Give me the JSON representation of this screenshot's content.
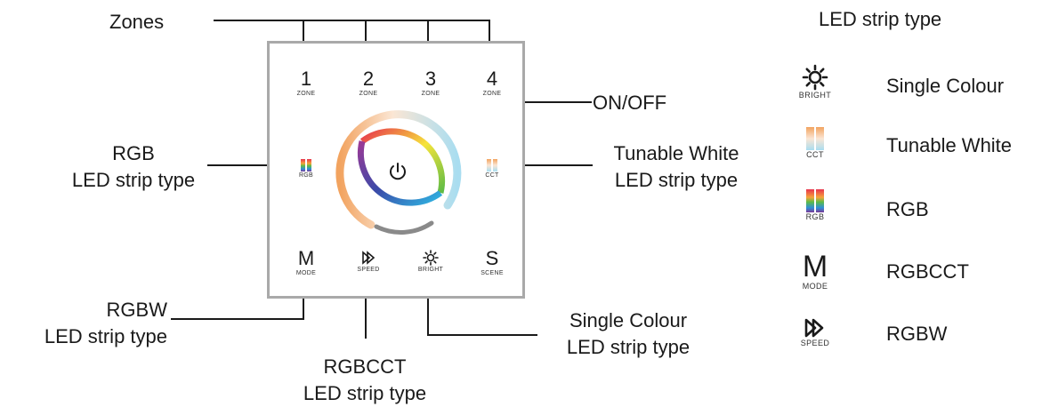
{
  "panel": {
    "zones": [
      {
        "number": "1",
        "label": "ZONE"
      },
      {
        "number": "2",
        "label": "ZONE"
      },
      {
        "number": "3",
        "label": "ZONE"
      },
      {
        "number": "4",
        "label": "ZONE"
      }
    ],
    "rgb_button_label": "RGB",
    "cct_button_label": "CCT",
    "power_icon": "power-icon",
    "bottom_buttons": [
      {
        "glyph": "M",
        "label": "MODE"
      },
      {
        "glyph": "speed-icon",
        "label": "SPEED"
      },
      {
        "glyph": "sun-icon",
        "label": "BRIGHT"
      },
      {
        "glyph": "S",
        "label": "SCENE"
      }
    ]
  },
  "callouts": {
    "zones": "Zones",
    "on_off": "ON/OFF",
    "rgb": [
      "RGB",
      "LED strip type"
    ],
    "tunable_white": [
      "Tunable White",
      "LED strip type"
    ],
    "rgbw": [
      "RGBW",
      "LED strip type"
    ],
    "rgbcct": [
      "RGBCCT",
      "LED strip type"
    ],
    "single_colour": [
      "Single Colour",
      "LED strip type"
    ]
  },
  "legend": {
    "title": "LED strip type",
    "items": [
      {
        "icon": "sun-icon",
        "icon_label": "BRIGHT",
        "name": "Single Colour"
      },
      {
        "icon": "cct-bar-icon",
        "icon_label": "CCT",
        "name": "Tunable White"
      },
      {
        "icon": "rgb-bar-icon",
        "icon_label": "RGB",
        "name": "RGB"
      },
      {
        "icon": "M",
        "icon_label": "MODE",
        "name": "RGBCCT"
      },
      {
        "icon": "speed-icon",
        "icon_label": "SPEED",
        "name": "RGBW"
      }
    ]
  },
  "colors": {
    "frame": "#a9a9a9",
    "line": "#1a1a1a",
    "ring_outer_cct": [
      "#f2a35f",
      "#fbe6d4",
      "#a9ddf0"
    ],
    "ring_inner_rgb": [
      "#e8344d",
      "#f6e43a",
      "#5dbb46",
      "#2fb7e3",
      "#3a4aa8",
      "#9b3a96"
    ]
  }
}
